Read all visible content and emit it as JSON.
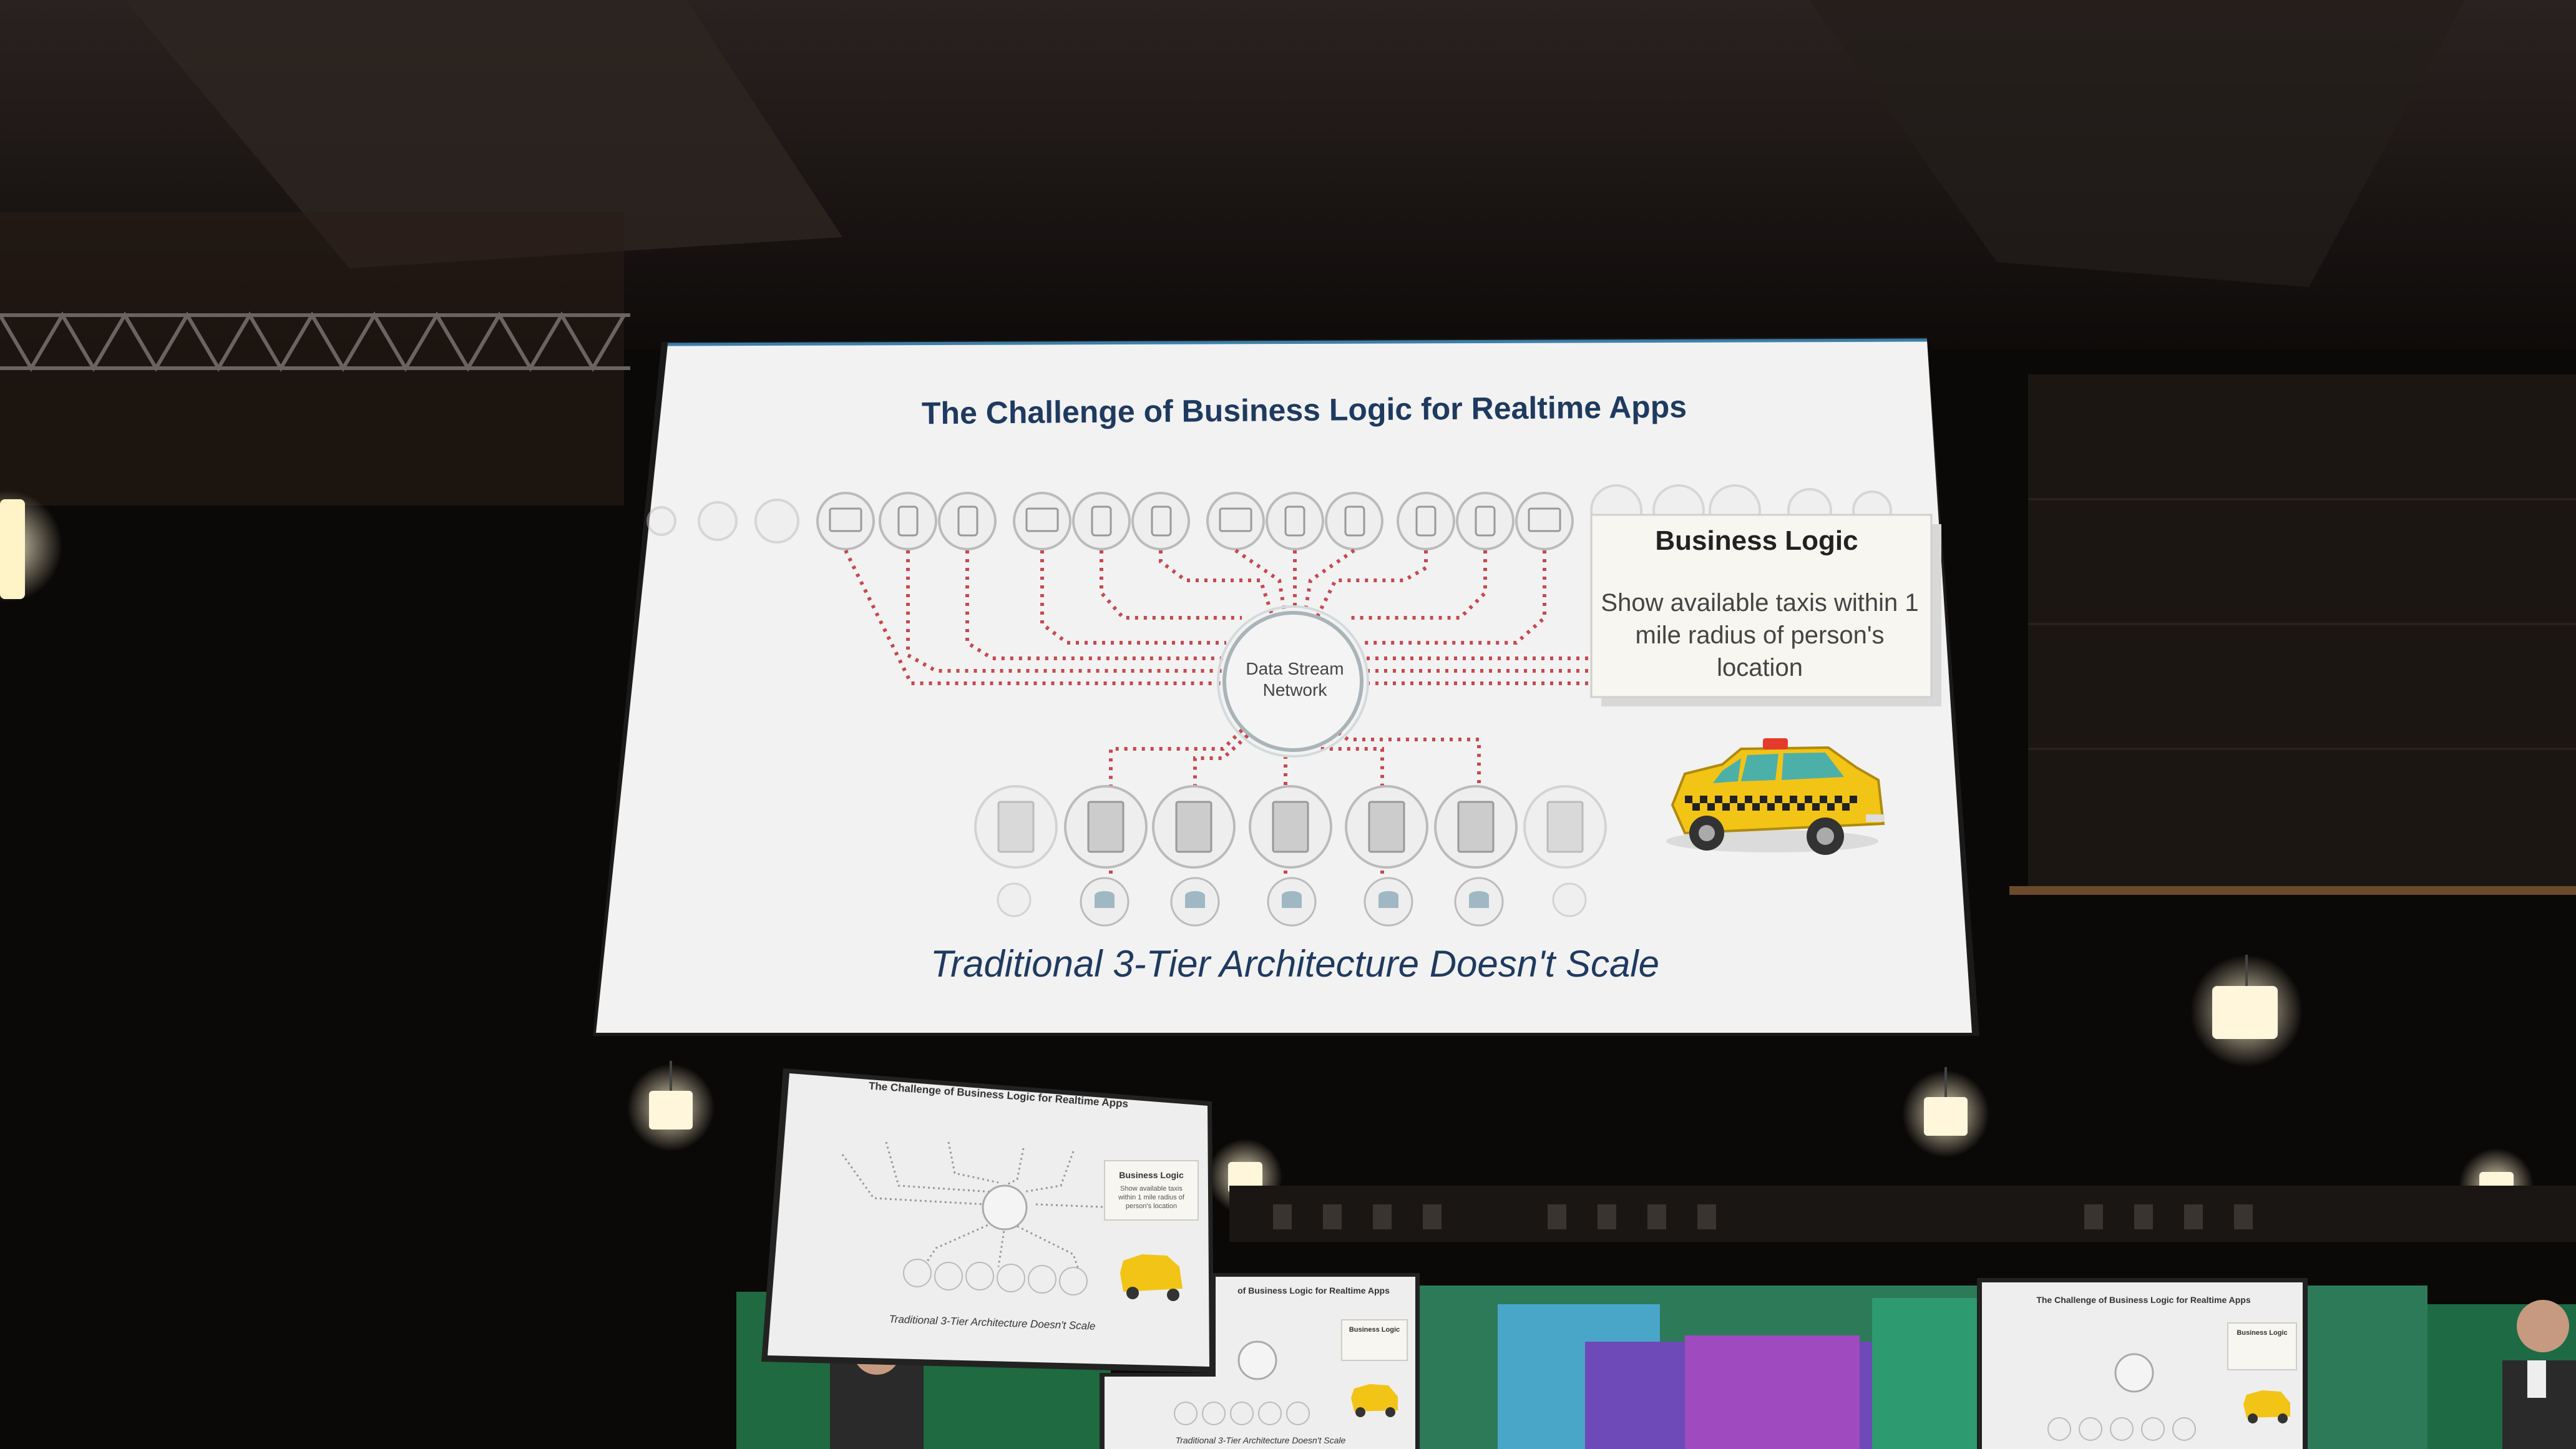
{
  "main_slide": {
    "title": "The Challenge of Business Logic for Realtime Apps",
    "business_logic_title": "Business Logic",
    "business_logic_text": "Show available taxis within 1 mile radius of person's location",
    "data_stream_network_label": "Data Stream Network",
    "subtitle": "Traditional 3-Tier Architecture Doesn't Scale",
    "taxi_icon": "taxi-icon"
  },
  "left_monitor": {
    "title": "The Challenge of Business Logic for Realtime Apps",
    "business_logic_title": "Business Logic",
    "business_logic_text": "Show available taxis within 1 mile radius of person's location",
    "subtitle": "Traditional 3-Tier Architecture Doesn't Scale"
  },
  "center_monitor": {
    "title": "of Business Logic for Realtime Apps",
    "business_logic_title": "Business Logic",
    "subtitle": "Traditional 3-Tier Architecture Doesn't Scale"
  },
  "right_monitor": {
    "title": "The Challenge of Business Logic for Realtime Apps",
    "business_logic_title": "Business Logic"
  },
  "colors": {
    "slide_background": "#f2f2f2",
    "title_blue": "#1f3a5f",
    "taxi_yellow": "#f2c416",
    "dotted_line_red": "#c44a50",
    "room_dark": "#0b0908"
  }
}
